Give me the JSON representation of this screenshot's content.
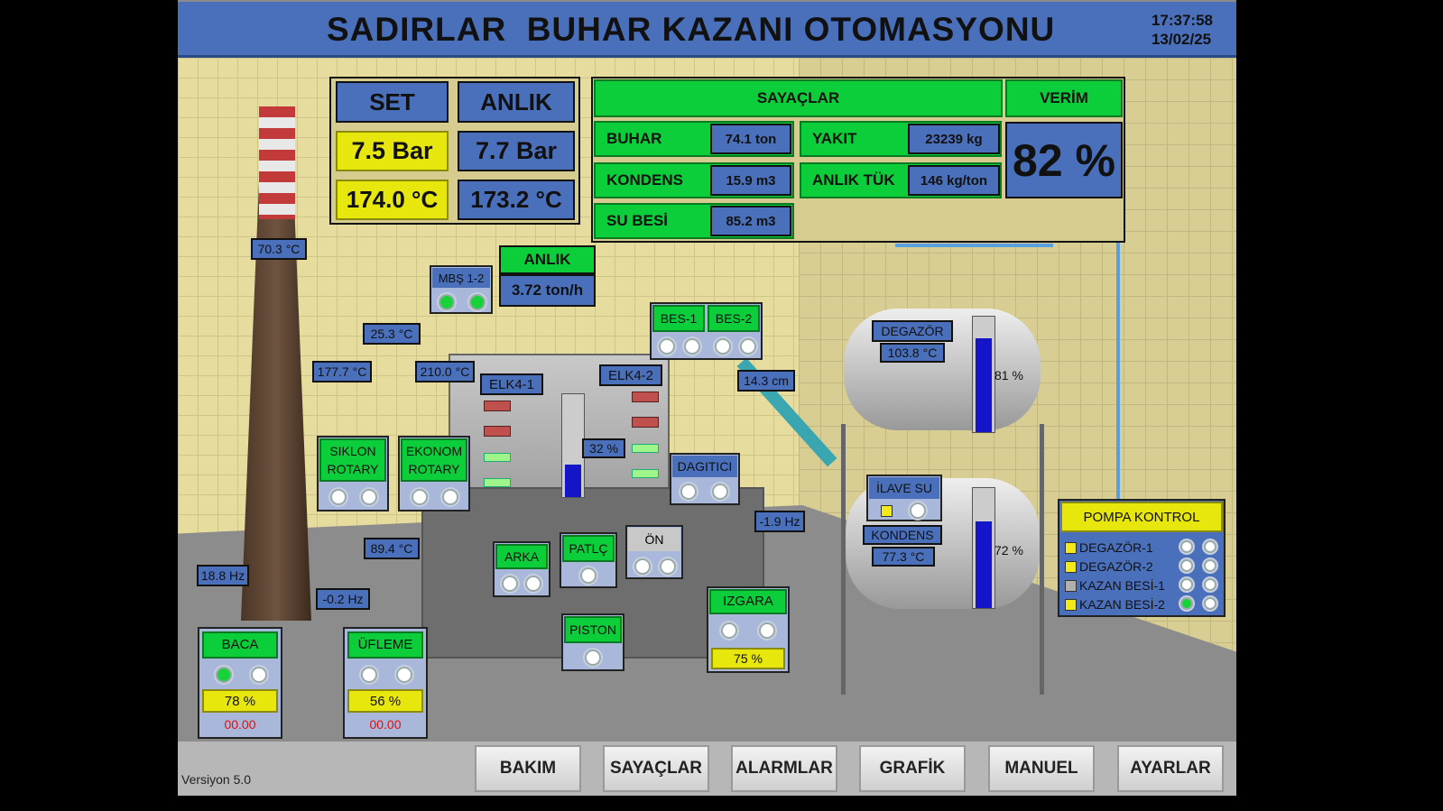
{
  "header": {
    "title": "SADIRLAR  BUHAR KAZANI OTOMASYONU",
    "time": "17:37:58",
    "date": "13/02/25"
  },
  "setpoints": {
    "set_label": "SET",
    "actual_label": "ANLIK",
    "set_pressure": "7.5 Bar",
    "actual_pressure": "7.7 Bar",
    "set_temp": "174.0 °C",
    "actual_temp": "173.2 °C"
  },
  "counters": {
    "title": "SAYAÇLAR",
    "rows": [
      {
        "label": "BUHAR",
        "value": "74.1 ton"
      },
      {
        "label": "YAKIT",
        "value": "23239 kg"
      },
      {
        "label": "KONDENS",
        "value": "15.9 m3"
      },
      {
        "label": "ANLIK TÜK",
        "value": "146 kg/ton"
      },
      {
        "label": "SU BESİ",
        "value": "85.2 m3"
      }
    ]
  },
  "efficiency": {
    "label": "VERİM",
    "value": "82 %"
  },
  "flow": {
    "label": "ANLIK",
    "value": "3.72 ton/h"
  },
  "readings": {
    "chimney_temp": "70.3 °C",
    "eco_in_temp": "25.3 °C",
    "eco_left_temp": "177.7 °C",
    "eco_right_temp": "210.0 °C",
    "fan_temp": "89.4 °C",
    "baca_hz": "18.8 Hz",
    "ufleme_hz": "-0.2 Hz",
    "izgara_hz": "-1.9 Hz",
    "level_cm": "14.3 cm",
    "boiler_level": "32 %"
  },
  "equipment": {
    "mbs": "MBŞ 1-2",
    "elk1": "ELK4-1",
    "elk2": "ELK4-2",
    "bes1": "BES-1",
    "bes2": "BES-2",
    "siklon": "SIKLON ROTARY",
    "ekonom": "EKONOM ROTARY",
    "dagitici": "DAGITICI",
    "arka": "ARKA",
    "patlc": "PATLÇ",
    "on": "ÖN",
    "piston": "PISTON",
    "izgara": "IZGARA",
    "izgara_pct": "75 %",
    "baca": "BACA",
    "baca_pct": "78 %",
    "baca_time": "00.00",
    "ufleme": "ÜFLEME",
    "ufleme_pct": "56 %",
    "ufleme_time": "00.00"
  },
  "tanks": {
    "degazor": "DEGAZÖR",
    "degazor_temp": "103.8 °C",
    "degazor_level": "81 %",
    "degazor_level_frac": 0.81,
    "ilave_su": "İLAVE SU",
    "kondens": "KONDENS",
    "kondens_temp": "77.3 °C",
    "kondens_level": "72 %",
    "kondens_level_frac": 0.72,
    "boiler_level_frac": 0.32
  },
  "pump_control": {
    "title": "POMPA KONTROL",
    "pumps": [
      {
        "name": "DEGAZÖR-1",
        "status": "yellow",
        "running": false
      },
      {
        "name": "DEGAZÖR-2",
        "status": "yellow",
        "running": false
      },
      {
        "name": "KAZAN BESİ-1",
        "status": "grey",
        "running": false
      },
      {
        "name": "KAZAN BESİ-2",
        "status": "yellow",
        "running": true
      }
    ]
  },
  "footer": {
    "version": "Versiyon 5.0",
    "buttons": [
      "BAKIM",
      "SAYAÇLAR",
      "ALARMLAR",
      "GRAFİK",
      "MANUEL",
      "AYARLAR"
    ]
  },
  "colors": {
    "accent_blue": "#4a70bc",
    "green": "#0ccd3a",
    "yellow": "#e7e60d",
    "alarm_red": "#e01010"
  }
}
